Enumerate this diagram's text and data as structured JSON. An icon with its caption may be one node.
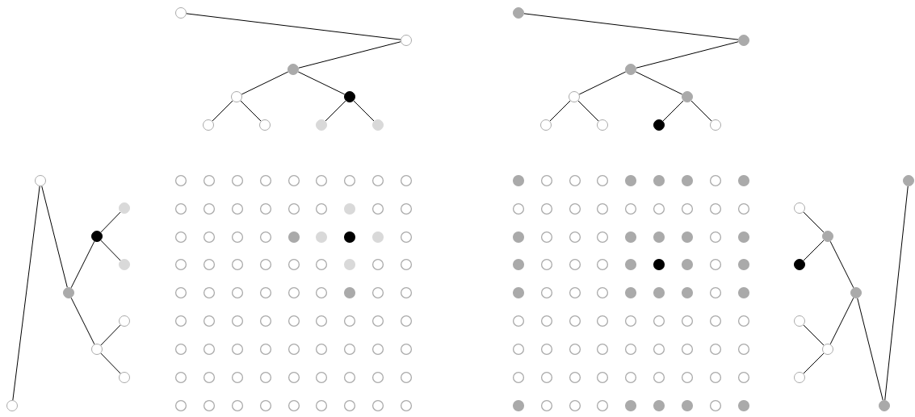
{
  "diagram": {
    "nodes": [
      {
        "text": [],
        "shape": "circle"
      },
      {
        "text": [],
        "shape": "circle"
      },
      {
        "text": [],
        "shape": "circle"
      },
      {
        "text": [],
        "shape": "circle"
      },
      {
        "text": [],
        "shape": "circle"
      },
      {
        "text": [],
        "shape": "circle"
      },
      {
        "text": [],
        "shape": "circle"
      },
      {
        "text": [],
        "shape": "circle"
      },
      {
        "text": [],
        "shape": "circle"
      },
      {
        "text": [],
        "shape": "circle"
      },
      {
        "text": [],
        "shape": "circle"
      },
      {
        "text": [],
        "shape": "circle"
      },
      {
        "text": [],
        "shape": "circle"
      },
      {
        "text": [],
        "shape": "circle"
      },
      {
        "text": [],
        "shape": "circle"
      },
      {
        "text": [],
        "shape": "circle"
      },
      {
        "text": [],
        "shape": "circle"
      },
      {
        "text": [],
        "shape": "circle"
      },
      {
        "text": [],
        "shape": "circle"
      },
      {
        "text": [],
        "shape": "circle"
      },
      {
        "text": [],
        "shape": "circle"
      },
      {
        "text": [],
        "shape": "circle"
      },
      {
        "text": [],
        "shape": "circle"
      },
      {
        "text": [],
        "shape": "circle"
      },
      {
        "text": [],
        "shape": "circle"
      },
      {
        "text": [],
        "shape": "circle"
      },
      {
        "text": [],
        "shape": "circle"
      },
      {
        "text": [],
        "shape": "circle"
      },
      {
        "text": [],
        "shape": "circle"
      },
      {
        "text": [],
        "shape": "circle"
      },
      {
        "text": [],
        "shape": "circle"
      },
      {
        "text": [],
        "shape": "circle"
      },
      {
        "text": [],
        "shape": "circle"
      },
      {
        "text": [],
        "shape": "circle"
      },
      {
        "text": [],
        "shape": "circle"
      },
      {
        "text": [],
        "shape": "circle"
      }
    ],
    "edges": [
      {
        "from": 0,
        "to": 1,
        "arrow": "none"
      },
      {
        "from": 1,
        "to": 2,
        "arrow": "none"
      },
      {
        "from": 2,
        "to": 3,
        "arrow": "none"
      },
      {
        "from": 2,
        "to": 4,
        "arrow": "none"
      },
      {
        "from": 3,
        "to": 5,
        "arrow": "none"
      },
      {
        "from": 3,
        "to": 6,
        "arrow": "none"
      },
      {
        "from": 4,
        "to": 7,
        "arrow": "none"
      },
      {
        "from": 4,
        "to": 8,
        "arrow": "none"
      },
      {
        "from": 9,
        "to": 10,
        "arrow": "none"
      },
      {
        "from": 10,
        "to": 11,
        "arrow": "none"
      },
      {
        "from": 11,
        "to": 12,
        "arrow": "none"
      },
      {
        "from": 11,
        "to": 13,
        "arrow": "none"
      },
      {
        "from": 12,
        "to": 14,
        "arrow": "none"
      },
      {
        "from": 12,
        "to": 15,
        "arrow": "none"
      },
      {
        "from": 13,
        "to": 16,
        "arrow": "none"
      },
      {
        "from": 13,
        "to": 17,
        "arrow": "none"
      },
      {
        "from": 18,
        "to": 19,
        "arrow": "none"
      },
      {
        "from": 18,
        "to": 20,
        "arrow": "none"
      },
      {
        "from": 20,
        "to": 21,
        "arrow": "none"
      },
      {
        "from": 20,
        "to": 24,
        "arrow": "none"
      },
      {
        "from": 21,
        "to": 22,
        "arrow": "none"
      },
      {
        "from": 21,
        "to": 23,
        "arrow": "none"
      },
      {
        "from": 24,
        "to": 25,
        "arrow": "none"
      },
      {
        "from": 24,
        "to": 26,
        "arrow": "none"
      },
      {
        "from": 27,
        "to": 28,
        "arrow": "none"
      },
      {
        "from": 28,
        "to": 29,
        "arrow": "none"
      },
      {
        "from": 29,
        "to": 30,
        "arrow": "none"
      },
      {
        "from": 29,
        "to": 33,
        "arrow": "none"
      },
      {
        "from": 30,
        "to": 31,
        "arrow": "none"
      },
      {
        "from": 30,
        "to": 32,
        "arrow": "none"
      },
      {
        "from": 33,
        "to": 34,
        "arrow": "none"
      },
      {
        "from": 33,
        "to": 35,
        "arrow": "none"
      }
    ]
  }
}
